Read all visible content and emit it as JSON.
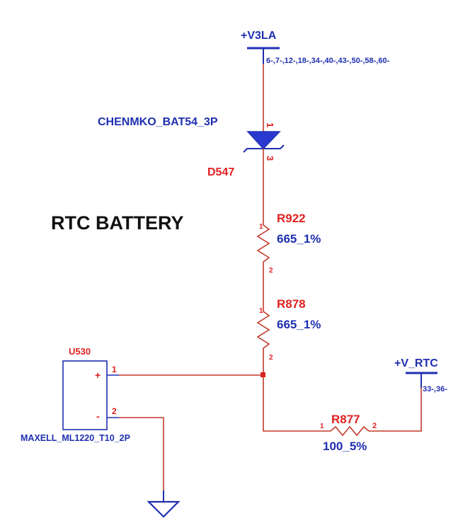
{
  "title": "RTC BATTERY",
  "power_v3la": {
    "label": "+V3LA",
    "refs": "6-,7-,12-,18-,34-,40-,43-,50-,58-,60-"
  },
  "diode": {
    "part": "CHENMKO_BAT54_3P",
    "ref": "D547",
    "pin_a": "1",
    "pin_k": "3"
  },
  "r922": {
    "ref": "R922",
    "value": "665_1%",
    "pin1": "1",
    "pin2": "2"
  },
  "r878": {
    "ref": "R878",
    "value": "665_1%",
    "pin1": "1",
    "pin2": "2"
  },
  "battery": {
    "ref": "U530",
    "part": "MAXELL_ML1220_T10_2P",
    "plus": "+",
    "minus": "-",
    "pin1": "1",
    "pin2": "2"
  },
  "r877": {
    "ref": "R877",
    "value": "100_5%",
    "pin1": "1",
    "pin2": "2"
  },
  "power_vrtc": {
    "label": "+V_RTC",
    "refs": "33-,36-"
  },
  "colors": {
    "wire": "#c0392b",
    "component": "#1f2fb0",
    "ref_text": "#e02020",
    "title": "#111111"
  }
}
